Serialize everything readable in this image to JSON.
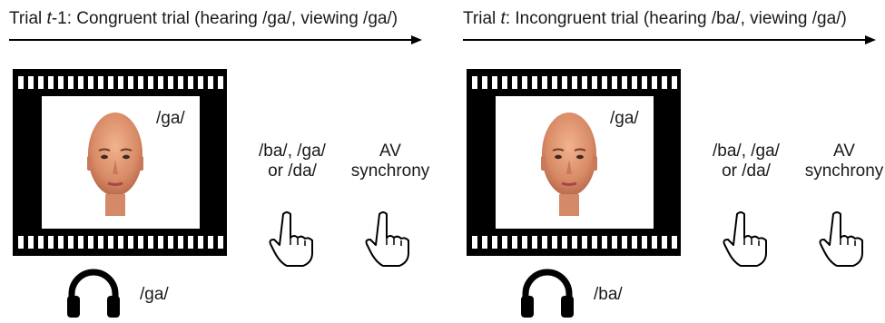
{
  "panels": [
    {
      "title_prefix": "Trial ",
      "title_var": "t",
      "title_suffix": "-1: Congruent trial (hearing /ga/, viewing /ga/)",
      "visual_syllable": "/ga/",
      "auditory_syllable": "/ga/",
      "response_options_line1": "/ba/, /ga/",
      "response_options_line2": "or /da/",
      "sync_line1": "AV",
      "sync_line2": "synchrony"
    },
    {
      "title_prefix": "Trial ",
      "title_var": "t",
      "title_suffix": ": Incongruent trial (hearing /ba/, viewing /ga/)",
      "visual_syllable": "/ga/",
      "auditory_syllable": "/ba/",
      "response_options_line1": "/ba/, /ga/",
      "response_options_line2": "or /da/",
      "sync_line1": "AV",
      "sync_line2": "synchrony"
    }
  ],
  "icons": {
    "film": "film-strip-icon",
    "face": "face-icon",
    "hand": "pointing-hand-icon",
    "headphones": "headphones-icon"
  }
}
